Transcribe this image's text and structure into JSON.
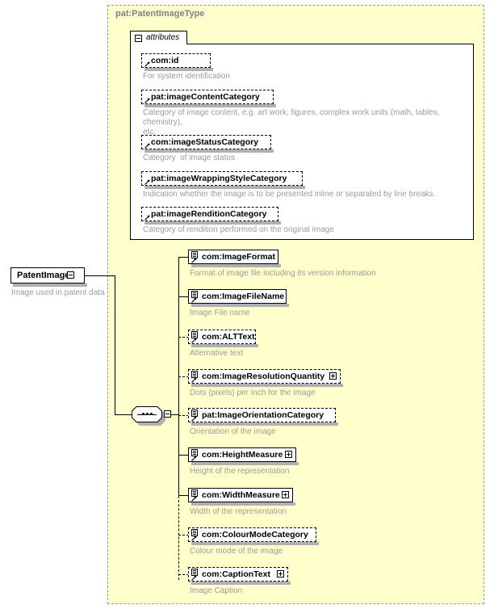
{
  "diagram": {
    "type": "xml-schema-tree",
    "complex_type_title": "pat:PatentImageType",
    "colors": {
      "container_fill": "#ffffcc",
      "container_border": "#999999",
      "panel_fill": "#ffffff",
      "node_border": "#000000",
      "annotation_text": "#9b9b9b",
      "title_text": "#808080",
      "shadow": "#b0b0b0"
    }
  },
  "root_element": {
    "name": "PatentImage",
    "annotation": "Image used in patent data",
    "toggle": "minus",
    "toggle_icon": "collapse-minus-icon"
  },
  "attributes_panel": {
    "tab_label": "attributes",
    "toggle": "minus",
    "toggle_icon": "collapse-minus-icon",
    "items": [
      {
        "name": "com:id",
        "annotation": "For system identification",
        "required": false,
        "expandable": false,
        "icon": "attribute-arrow-icon"
      },
      {
        "name": "pat:imageContentCategory",
        "annotation": "Category of image content, e.g. art work, figures, complex work units (math, tables, chemistry),\netc.",
        "required": false,
        "expandable": false,
        "icon": "attribute-arrow-icon"
      },
      {
        "name": "com:imageStatusCategory",
        "annotation": "Category  of image status",
        "required": false,
        "expandable": false,
        "icon": "attribute-arrow-icon"
      },
      {
        "name": "pat:imageWrappingStyleCategory",
        "annotation": "Indication whether the image is to be presented inline or separated by line breaks.",
        "required": false,
        "expandable": false,
        "icon": "attribute-arrow-icon"
      },
      {
        "name": "pat:imageRenditionCategory",
        "annotation": "Category of rendition performed on the original image",
        "required": false,
        "expandable": false,
        "icon": "attribute-arrow-icon"
      }
    ]
  },
  "sequence": {
    "label": "sequence-compositor",
    "icon": "sequence-icon",
    "toggle": "minus",
    "toggle_icon": "collapse-minus-icon"
  },
  "elements": [
    {
      "name": "com:ImageFormat",
      "annotation": "Format of image file including its version information",
      "required": true,
      "expandable": false,
      "icon": "element-icon"
    },
    {
      "name": "com:ImageFileName",
      "annotation": "Image File name",
      "required": true,
      "expandable": false,
      "icon": "element-icon"
    },
    {
      "name": "com:ALTText",
      "annotation": "Alternative text",
      "required": false,
      "expandable": false,
      "icon": "element-icon"
    },
    {
      "name": "com:ImageResolutionQuantity",
      "annotation": "Dots (pixels) per Inch for the image",
      "required": false,
      "expandable": true,
      "icon": "element-icon"
    },
    {
      "name": "pat:ImageOrientationCategory",
      "annotation": "Orientation of the image",
      "required": false,
      "expandable": false,
      "icon": "element-icon"
    },
    {
      "name": "com:HeightMeasure",
      "annotation": "Height of the representation",
      "required": true,
      "expandable": true,
      "icon": "element-icon"
    },
    {
      "name": "com:WidthMeasure",
      "annotation": "Width of the representation",
      "required": true,
      "expandable": true,
      "icon": "element-icon"
    },
    {
      "name": "com:ColourModeCategory",
      "annotation": "Colour mode of the image",
      "required": false,
      "expandable": false,
      "icon": "element-icon"
    },
    {
      "name": "com:CaptionText",
      "annotation": "Image Caption",
      "required": false,
      "expandable": true,
      "icon": "element-icon"
    }
  ]
}
